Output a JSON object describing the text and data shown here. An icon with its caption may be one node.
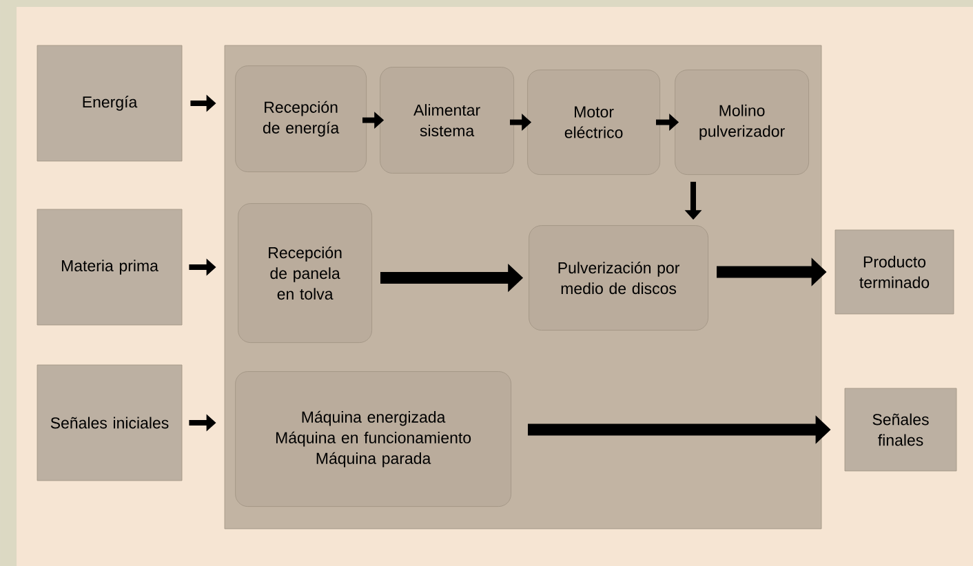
{
  "diagram": {
    "nodes": [
      {
        "text": [
          "Energía"
        ]
      },
      {
        "text": [
          "Materia prima"
        ]
      },
      {
        "text": [
          "Señales iniciales"
        ]
      },
      {
        "text": [],
        "shape": "box"
      },
      {
        "text": [
          "Recepción de energía"
        ],
        "in": 3
      },
      {
        "text": [
          "Alimentar sistema"
        ],
        "in": 3
      },
      {
        "text": [
          "Motor eléctrico"
        ],
        "in": 3
      },
      {
        "text": [
          "Molino pulverizador"
        ],
        "in": 3
      },
      {
        "text": [
          "Recepción de panela en tolva"
        ],
        "in": 3
      },
      {
        "text": [
          "Pulverización por medio de discos"
        ],
        "in": 3
      },
      {
        "text": [
          "Máquina energizada",
          "Máquina en funcionamiento",
          "Máquina parada"
        ],
        "in": 3
      },
      {
        "text": [
          "Producto terminado"
        ]
      },
      {
        "text": [
          "Señales finales"
        ]
      }
    ],
    "edges": [
      {
        "from": 0,
        "to": 3,
        "arrow": "to"
      },
      {
        "from": 1,
        "to": 3,
        "arrow": "to"
      },
      {
        "from": 2,
        "to": 3,
        "arrow": "to"
      },
      {
        "from": 4,
        "to": 5,
        "arrow": "to"
      },
      {
        "from": 5,
        "to": 6,
        "arrow": "to"
      },
      {
        "from": 6,
        "to": 7,
        "arrow": "to"
      },
      {
        "from": 7,
        "to": 9,
        "arrow": "to"
      },
      {
        "from": 8,
        "to": 9,
        "arrow": "to",
        "style": "thick"
      },
      {
        "from": 9,
        "to": 11,
        "arrow": "to",
        "style": "thick"
      },
      {
        "from": 10,
        "to": 12,
        "arrow": "to",
        "style": "thick"
      }
    ]
  }
}
